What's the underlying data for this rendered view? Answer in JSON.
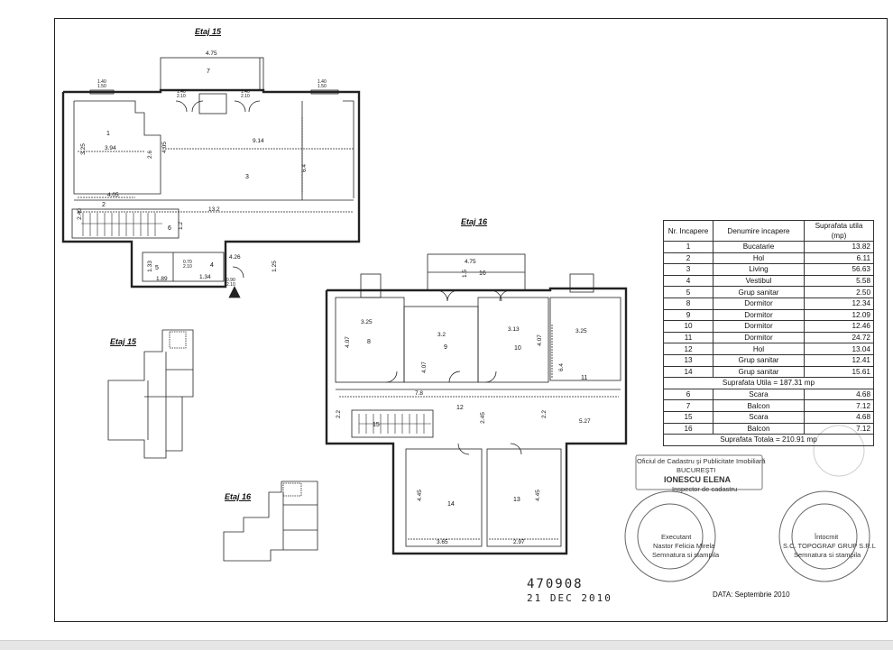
{
  "floor_labels": {
    "etaj15_main": "Etaj 15",
    "etaj16_main": "Etaj 16",
    "etaj15_key": "Etaj 15",
    "etaj16_key": "Etaj 16"
  },
  "table": {
    "headers": [
      "Nr. Incapere",
      "Denumire incapere",
      "Suprafata utila (mp)"
    ],
    "rows": [
      {
        "nr": "1",
        "name": "Bucatarie",
        "area": "13.82"
      },
      {
        "nr": "2",
        "name": "Hol",
        "area": "6.11"
      },
      {
        "nr": "3",
        "name": "Living",
        "area": "56.63"
      },
      {
        "nr": "4",
        "name": "Vestibul",
        "area": "5.58"
      },
      {
        "nr": "5",
        "name": "Grup sanitar",
        "area": "2.50"
      },
      {
        "nr": "8",
        "name": "Dormitor",
        "area": "12.34"
      },
      {
        "nr": "9",
        "name": "Dormitor",
        "area": "12.09"
      },
      {
        "nr": "10",
        "name": "Dormitor",
        "area": "12.46"
      },
      {
        "nr": "11",
        "name": "Dormitor",
        "area": "24.72"
      },
      {
        "nr": "12",
        "name": "Hol",
        "area": "13.04"
      },
      {
        "nr": "13",
        "name": "Grup sanitar",
        "area": "12.41"
      },
      {
        "nr": "14",
        "name": "Grup sanitar",
        "area": "15.61"
      }
    ],
    "utila_total": "Suprafata Utila = 187.31 mp",
    "extra_rows": [
      {
        "nr": "6",
        "name": "Scara",
        "area": "4.68"
      },
      {
        "nr": "7",
        "name": "Balcon",
        "area": "7.12"
      },
      {
        "nr": "15",
        "name": "Scara",
        "area": "4.68"
      },
      {
        "nr": "16",
        "name": "Balcon",
        "area": "7.12"
      }
    ],
    "total": "Suprafata Totala = 210.91 mp"
  },
  "dims15": {
    "d475": "4.75",
    "d394": "3.94",
    "d914": "9.14",
    "d405": "4.05",
    "d132": "13.2",
    "d325": "3.25",
    "d26": "2.6",
    "d64": "6.4",
    "d405v": "4.05",
    "d240": "2.40",
    "d426": "4.26",
    "d189": "1.89",
    "d134": "1.34",
    "d133": "1.33",
    "d125": "1.25",
    "d12": "1.2",
    "w1": "1.40\n1.50",
    "w2": "1.40\n2.10",
    "w3": "1.40\n2.10",
    "w4": "1.40\n1.50",
    "door1": "0.70\n2.10",
    "door2": "0.90\n2.10"
  },
  "dims16": {
    "d475": "4.75",
    "d15": "1.5",
    "d325a": "3.25",
    "d32": "3.2",
    "d313": "3.13",
    "d325b": "3.25",
    "d407a": "4.07",
    "d407b": "4.07",
    "d407c": "4.07",
    "d64": "6.4",
    "d78": "7.8",
    "d22a": "2.2",
    "d245": "2.45",
    "d22b": "2.2",
    "d527": "5.27",
    "d445a": "4.45",
    "d445b": "4.45",
    "d365": "3.65",
    "d297": "2.97"
  },
  "rooms15": [
    "1",
    "2",
    "3",
    "4",
    "5",
    "6",
    "7"
  ],
  "rooms16": [
    "8",
    "9",
    "10",
    "11",
    "12",
    "13",
    "14",
    "15",
    "16"
  ],
  "stamp_ocpi": {
    "line1": "Oficiul de Cadastru şi Publicitate Imobiliară",
    "line2": "BUCUREŞTI",
    "name": "IONESCU ELENA",
    "role": "Inspector de cadastru"
  },
  "stamp_exec": {
    "executant": "Executant",
    "person": "Nastor Felicia Mirela",
    "sign": "Semnatura si stampila"
  },
  "stamp_company": {
    "label": "Întocmit",
    "company": "S.C. TOPOGRAF GRUP S.R.L",
    "sign": "Semnatura si stampila"
  },
  "handwritten": {
    "number": "470908",
    "date": "21 DEC 2010"
  },
  "date_line": "DATA: Septembrie 2010"
}
